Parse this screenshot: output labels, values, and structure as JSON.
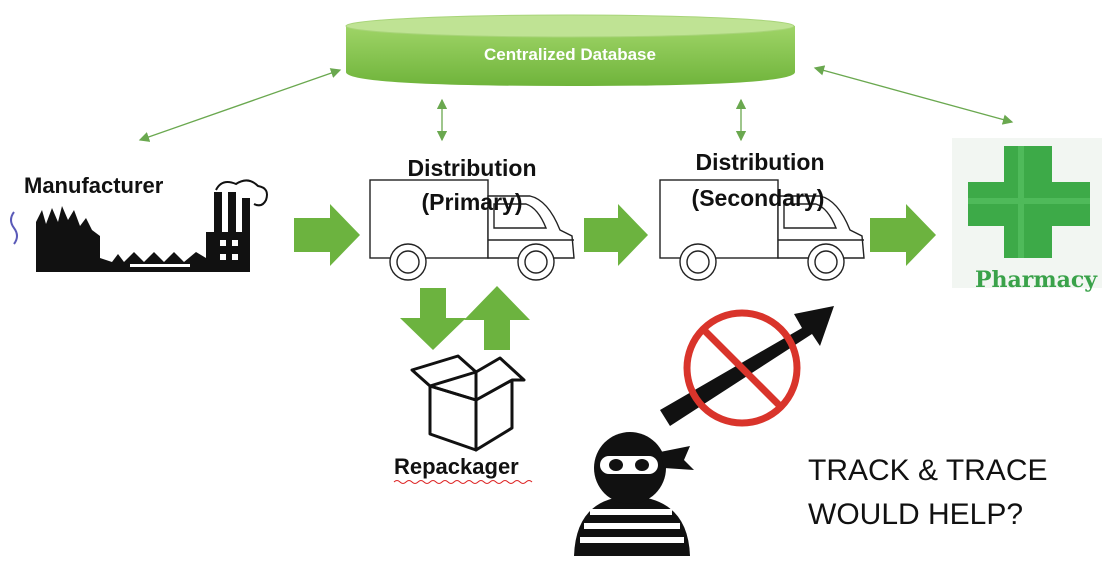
{
  "database": {
    "label": "Centralized Database"
  },
  "nodes": {
    "manufacturer": "Manufacturer",
    "distribution_primary_line1": "Distribution",
    "distribution_primary_line2": "(Primary)",
    "distribution_secondary_line1": "Distribution",
    "distribution_secondary_line2": "(Secondary)",
    "pharmacy": "Pharmacy",
    "repackager": "Repackager"
  },
  "question": {
    "line1": "TRACK & TRACE",
    "line2": "WOULD HELP?"
  },
  "colors": {
    "db_top": "#b4de7c",
    "db_body": "#7fc14a",
    "flow_arrow": "#6cb33f",
    "thin_arrow": "#6aa84f",
    "pharmacy_cross": "#3daa48",
    "pharmacy_text": "#3aa24a",
    "no_sign": "#d9342b"
  },
  "icons": [
    "factory-icon",
    "truck-icon",
    "box-icon",
    "pharmacy-cross-icon",
    "thief-icon",
    "no-sign-icon"
  ]
}
